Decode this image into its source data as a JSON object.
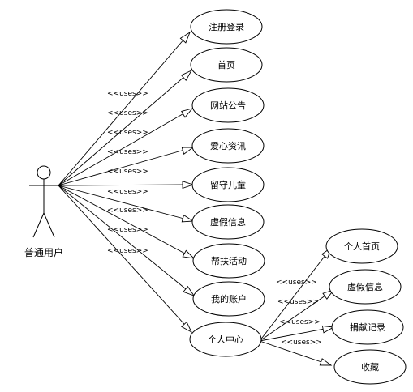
{
  "actor": {
    "label": "普通用户"
  },
  "relation_label": "<<uses>>",
  "use_cases": [
    {
      "id": "register_login",
      "label": "注册登录"
    },
    {
      "id": "home",
      "label": "首页"
    },
    {
      "id": "site_notice",
      "label": "网站公告"
    },
    {
      "id": "charity_info",
      "label": "爱心资讯"
    },
    {
      "id": "left_behind_children",
      "label": "留守儿童"
    },
    {
      "id": "fake_info",
      "label": "虚假信息"
    },
    {
      "id": "help_activity",
      "label": "帮扶活动"
    },
    {
      "id": "my_account",
      "label": "我的账户"
    },
    {
      "id": "personal_center",
      "label": "个人中心"
    }
  ],
  "sub_use_cases": [
    {
      "id": "personal_home",
      "label": "个人首页"
    },
    {
      "id": "fake_info_2",
      "label": "虚假信息"
    },
    {
      "id": "donation_record",
      "label": "捐献记录"
    },
    {
      "id": "favorites",
      "label": "收藏"
    }
  ]
}
